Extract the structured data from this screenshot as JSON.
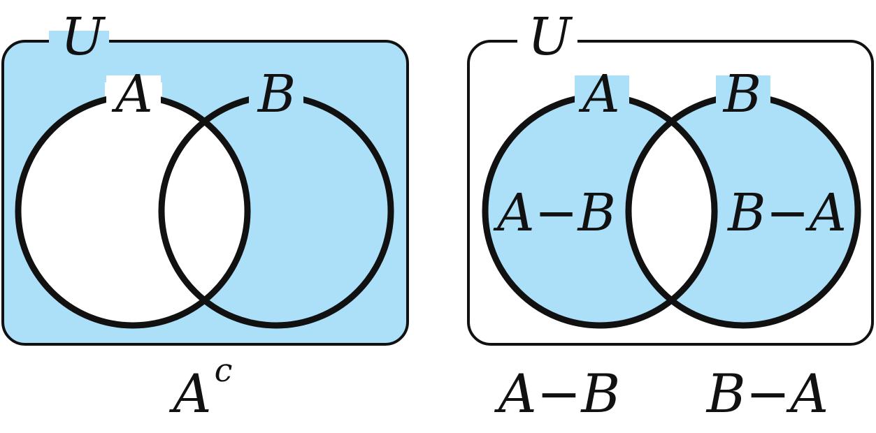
{
  "colors": {
    "shade": "#acdff8",
    "stroke": "#111111",
    "background": "#ffffff"
  },
  "panels": [
    {
      "universe_label": "U",
      "set_a_label": "A",
      "set_b_label": "B",
      "caption_base": "A",
      "caption_superscript": "c"
    },
    {
      "universe_label": "U",
      "set_a_label": "A",
      "set_b_label": "B",
      "region_left_label": "A−B",
      "region_right_label": "B−A",
      "caption_left": "A−B",
      "caption_right": "B−A"
    }
  ]
}
